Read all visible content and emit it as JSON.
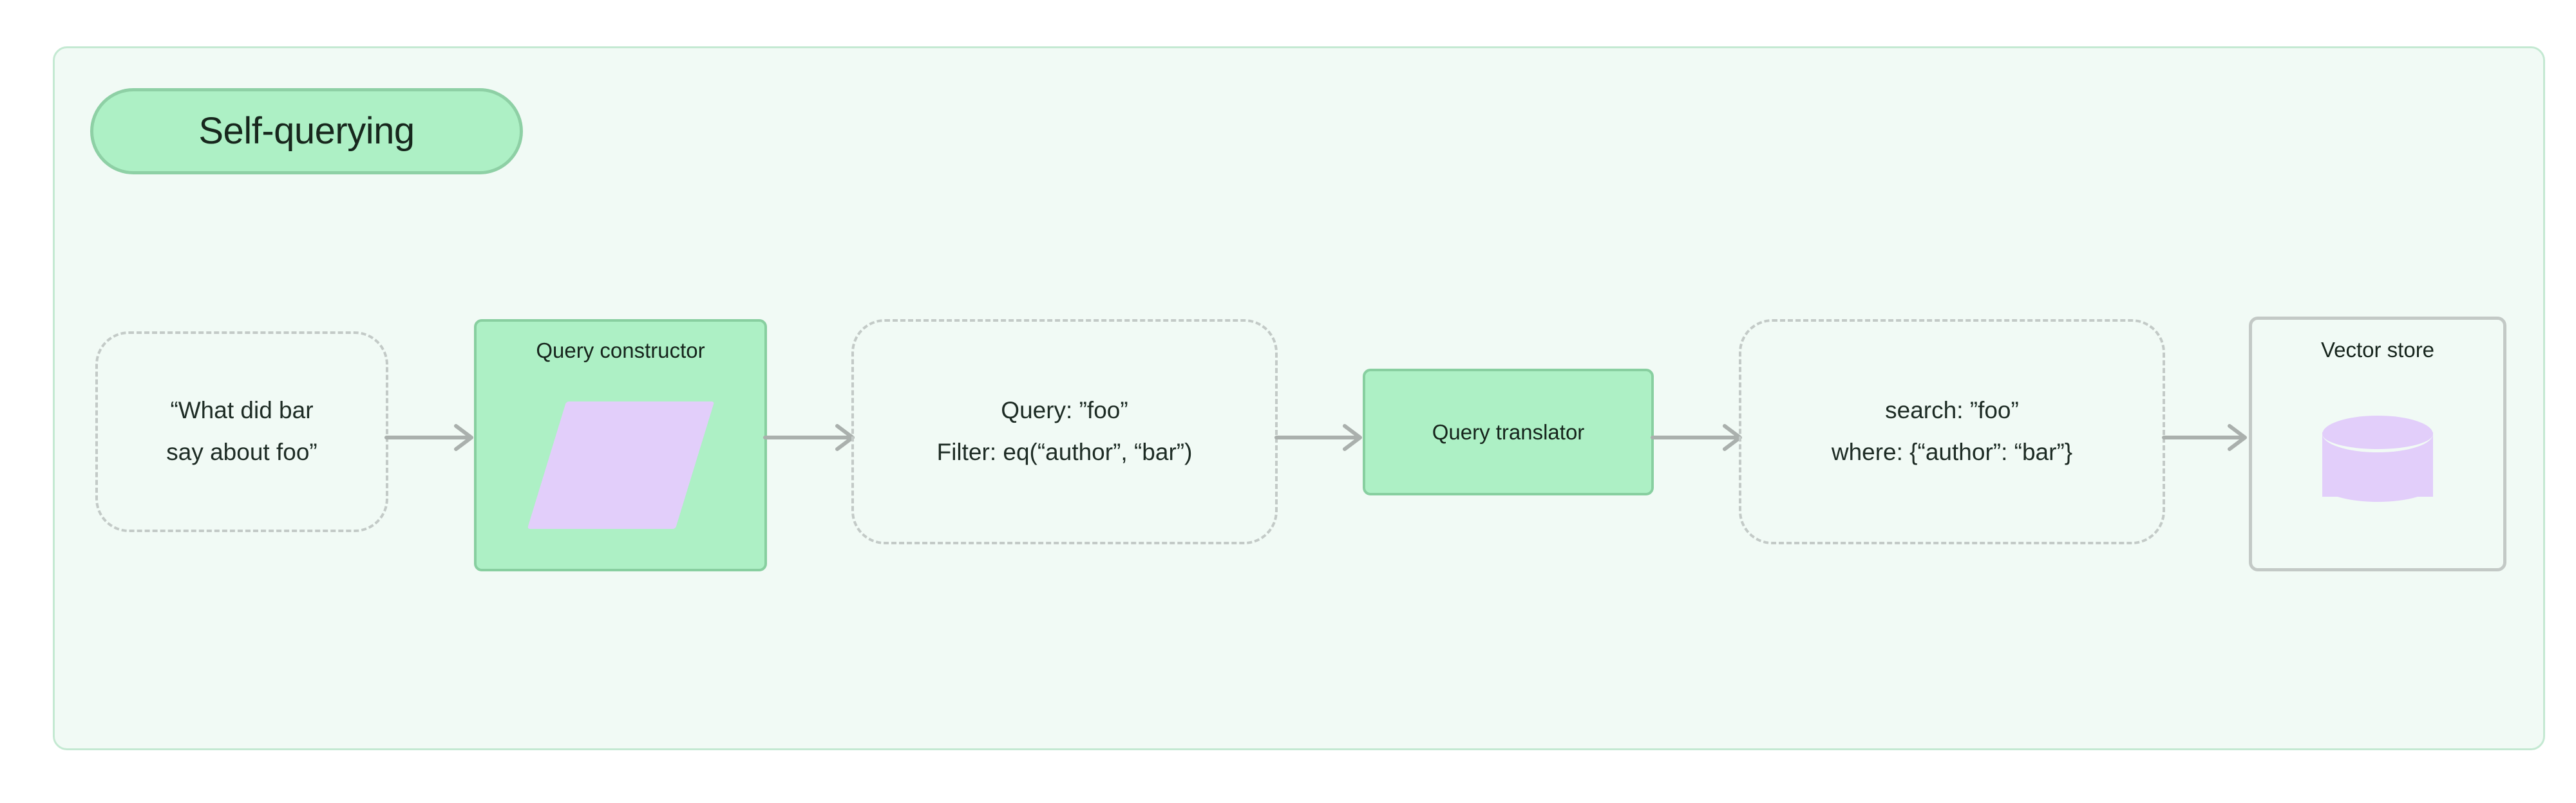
{
  "diagram": {
    "type": "flowchart",
    "orientation": "left-to-right",
    "title": "Self-querying",
    "colors": {
      "container_bg": "#f1faf5",
      "container_border": "#c4e9d2",
      "accent_green_fill": "#adf0c5",
      "accent_green_border": "#88cfa0",
      "accent_purple": "#e2cefa",
      "dashed_border": "#c3cac7",
      "solid_gray_border": "#c3c9c6",
      "edge": "#aab0ad",
      "text": "#16241c",
      "page_bg": "#ffffff"
    }
  },
  "nodes": [
    {
      "id": "user-question",
      "kind": "dashed",
      "icon": null,
      "lines": [
        "“What did bar",
        "say about foo”"
      ]
    },
    {
      "id": "query-constructor",
      "kind": "green",
      "title": "Query constructor",
      "icon": "parallelogram-icon"
    },
    {
      "id": "structured-query",
      "kind": "dashed",
      "icon": null,
      "lines": [
        "Query: ”foo”",
        "Filter: eq(“author”, “bar”)"
      ]
    },
    {
      "id": "query-translator",
      "kind": "green",
      "title": "Query translator",
      "icon": null
    },
    {
      "id": "translated-query",
      "kind": "dashed",
      "icon": null,
      "lines": [
        "search: ”foo”",
        "where: {“author”: “bar”}"
      ]
    },
    {
      "id": "vector-store",
      "kind": "gray",
      "title": "Vector store",
      "icon": "database-cylinder-icon"
    }
  ],
  "edges": [
    {
      "from": "user-question",
      "to": "query-constructor",
      "label": ""
    },
    {
      "from": "query-constructor",
      "to": "structured-query",
      "label": ""
    },
    {
      "from": "structured-query",
      "to": "query-translator",
      "label": ""
    },
    {
      "from": "query-translator",
      "to": "translated-query",
      "label": ""
    },
    {
      "from": "translated-query",
      "to": "vector-store",
      "label": ""
    }
  ]
}
